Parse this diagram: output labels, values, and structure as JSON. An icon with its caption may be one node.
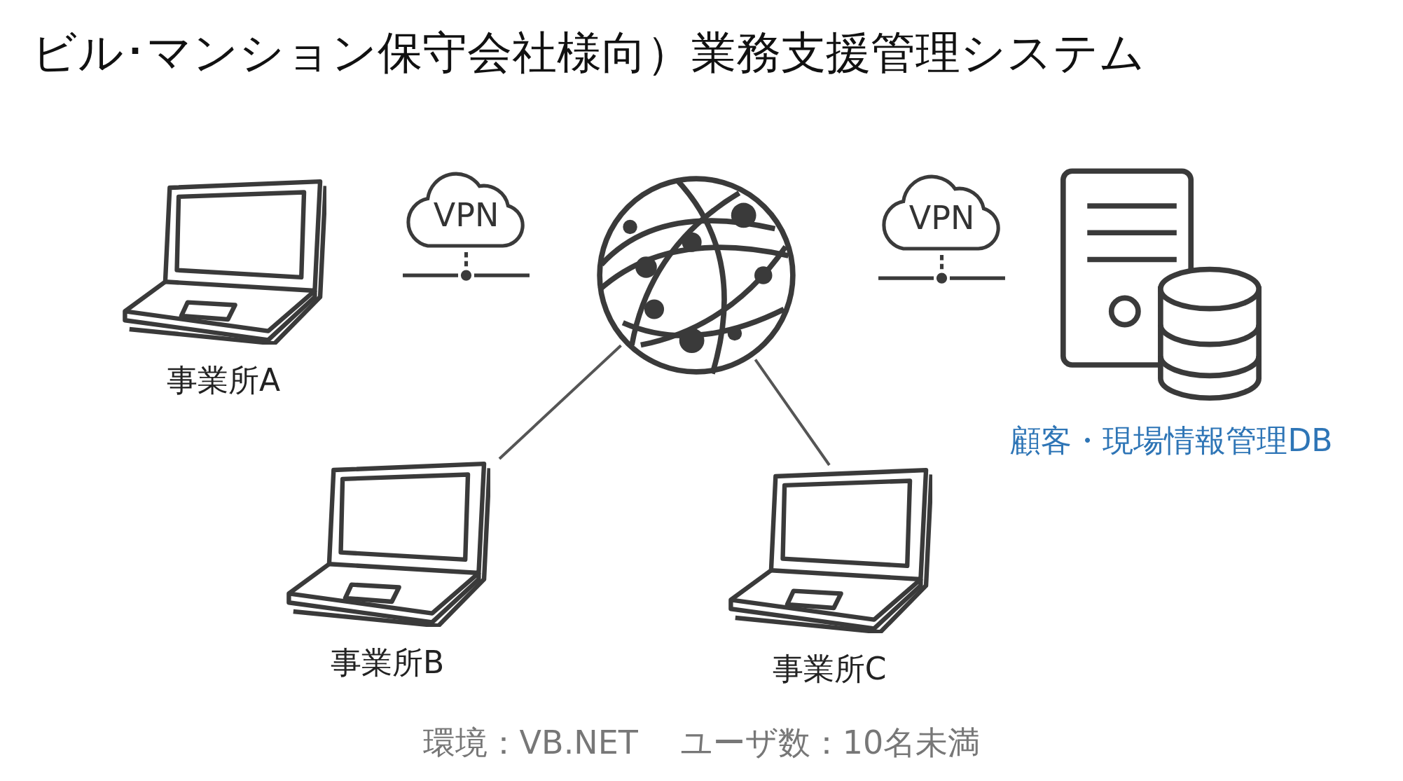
{
  "diagram": {
    "title": "ビル･マンション保守会社様向）業務支援管理システム",
    "nodes": [
      {
        "text": [
          "事業所A"
        ]
      },
      {
        "text": [
          "VPN"
        ]
      },
      {
        "text": [],
        "shape": "picture"
      },
      {
        "text": [
          "VPN"
        ]
      },
      {
        "text": [
          "顧客・現場情報管理DB"
        ]
      },
      {
        "text": [
          "事業所B"
        ]
      },
      {
        "text": [
          "事業所C"
        ]
      }
    ],
    "edges": [
      {
        "from": 2,
        "to": 5,
        "arrow": "none"
      },
      {
        "from": 2,
        "to": 6,
        "arrow": "none"
      }
    ],
    "labels": [
      "環境：VB.NET",
      "ユーザ数：10名未満"
    ]
  }
}
